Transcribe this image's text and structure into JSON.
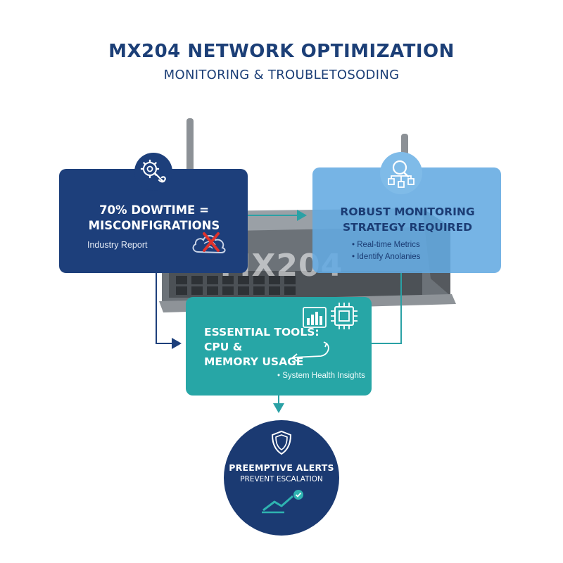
{
  "header": {
    "title": "MX204 NETWORK OPTIMIZATION",
    "subtitle": "MONITORING & TROUBLETOSODING"
  },
  "router": {
    "brand": "MX204"
  },
  "downtime_box": {
    "title_line1": "70% DOWTIME =",
    "title_line2": "MISCONFIGRATIONS",
    "source": "Industry Report",
    "icon": "gear-wrench-icon",
    "badge_icon": "cloud-error-icon"
  },
  "monitoring_box": {
    "title_line1": "ROBUST MONITORING",
    "title_line2": "STRATEGY REQUIRED",
    "items": [
      "Real-time Metrics",
      "Identify Anolanies"
    ],
    "icon": "magnifier-network-icon"
  },
  "tools_box": {
    "title_line1": "ESSENTIAL TOOLS:",
    "title_line2": "CPU &",
    "title_line3": "MEMORY USAGE",
    "note": "System Health Insights",
    "icons": [
      "bar-chart-icon",
      "cpu-chip-icon",
      "bidirectional-arrow-icon"
    ]
  },
  "alerts_circle": {
    "title": "PREEMPTIVE ALERTS",
    "subtitle": "PREVENT ESCALATION",
    "icons": [
      "shield-icon",
      "trend-check-icon"
    ]
  },
  "colors": {
    "navy": "#1d3f7b",
    "light_blue": "#63aae1",
    "teal": "#27a6a6",
    "connector_teal": "#2aa1a5"
  }
}
